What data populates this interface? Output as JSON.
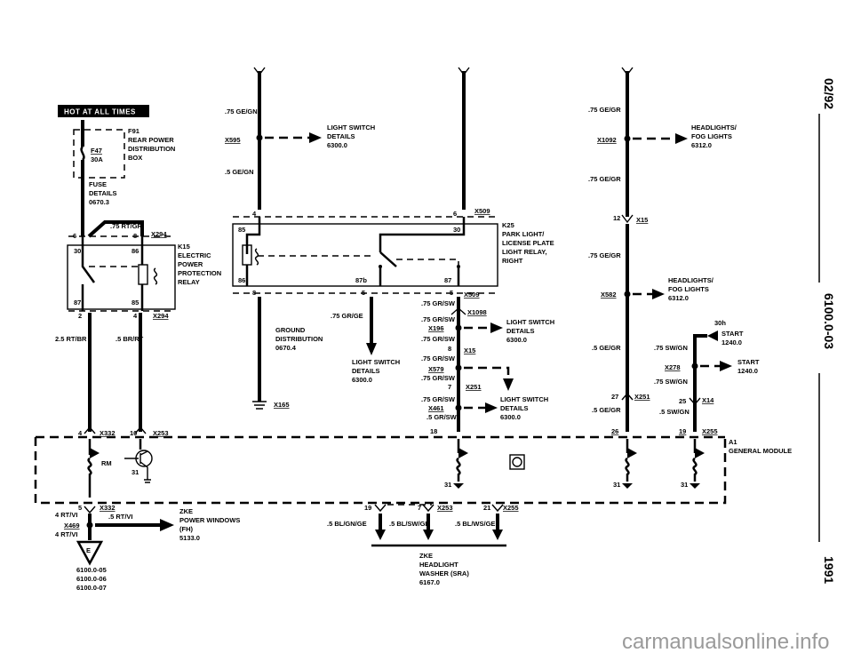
{
  "header_box": "HOT AT ALL TIMES",
  "fuse": {
    "connector": "F91",
    "name_lines": [
      "REAR POWER",
      "DISTRIBUTION",
      "BOX"
    ],
    "fuse_id": "F47",
    "rating": "30A",
    "details_lines": [
      "FUSE",
      "DETAILS",
      "0670.3"
    ]
  },
  "relay_k15": {
    "label_lines": [
      "K15",
      "ELECTRIC",
      "POWER",
      "PROTECTION",
      "RELAY"
    ],
    "wire_in": ".75 RT/GR",
    "pins": {
      "p6": "6",
      "p8": "8",
      "p30": "30",
      "p86": "86",
      "p87": "87",
      "p85": "85",
      "p2": "2",
      "p4": "4"
    },
    "connector_top": "X294",
    "connector_bottom": "X294",
    "wire_left": "2.5 RT/BR",
    "wire_right": ".5 BR/RT"
  },
  "light_switch_top": {
    "wire1": ".75 GE/GN",
    "connector": "X595",
    "label_lines": [
      "LIGHT SWITCH",
      "DETAILS",
      "6300.0"
    ],
    "wire2": ".5 GE/GN"
  },
  "relay_k25": {
    "pin4": "4",
    "pin6": "6",
    "connector": "X509",
    "label_lines": [
      "K25",
      "PARK LIGHT/",
      "LICENSE PLATE",
      "LIGHT RELAY,",
      "RIGHT"
    ],
    "pins": {
      "p85": "85",
      "p30": "30",
      "p86": "86",
      "p87b": "87b",
      "p87": "87"
    },
    "pin8": "8",
    "pin5a": "5",
    "pin5b": "5",
    "connector_bottom": "X509"
  },
  "ground_dist": {
    "label_lines": [
      "GROUND",
      "DISTRIBUTION",
      "0670.4"
    ],
    "connector": "X165"
  },
  "center_wires": {
    "w1": ".75 GR/GE",
    "ls_label_lines": [
      "LIGHT SWITCH",
      "DETAILS",
      "6300.0"
    ],
    "w2": ".75 GR/SW",
    "c1098": "X1098",
    "w3": ".75 GR/SW",
    "c196": "X196",
    "w4": ".75 GR/SW",
    "pin8": "8",
    "c15": "X15",
    "w5": ".75 GR/SW",
    "c579": "X579",
    "w6": ".75 GR/SW",
    "pin7": "7",
    "c251": "X251",
    "w7": ".75 GR/SW",
    "c461": "X461",
    "w8": ".5 GR/SW",
    "pin18": "18",
    "ls_right_lines": [
      "LIGHT SWITCH",
      "DETAILS",
      "6300.0"
    ],
    "ls_right2_lines": [
      "LIGHT SWITCH",
      "DETAILS",
      "6300.0"
    ]
  },
  "right_column": {
    "w1": ".75 GE/GR",
    "c1092": "X1092",
    "head1_lines": [
      "HEADLIGHTS/",
      "FOG LIGHTS",
      "6312.0"
    ],
    "w2": ".75 GE/GR",
    "pin12": "12",
    "c15": "X15",
    "w3": ".75 GE/GR",
    "c582": "X582",
    "head2_lines": [
      "HEADLIGHTS/",
      "FOG LIGHTS",
      "6312.0"
    ],
    "w4": ".5 GE/GR",
    "pin27": "27",
    "c251": "X251",
    "w5": ".5 GE/GR",
    "pin26": "26",
    "start1_lines": [
      "30h",
      "START",
      "1240.0"
    ],
    "w6": ".75 SW/GN",
    "c278": "X278",
    "start2_lines": [
      "START",
      "1240.0"
    ],
    "w7": ".75 SW/GN",
    "pin25": "25",
    "c14": "X14",
    "w8": ".5 SW/GN",
    "pin19": "19",
    "c255": "X255"
  },
  "module_a1": {
    "label": "A1",
    "name": "GENERAL MODULE",
    "rm": "RM",
    "pin4": "4",
    "c332": "X332",
    "pin10": "10",
    "c253": "X253",
    "g31a": "31",
    "g31b": "31",
    "g31c": "31",
    "g31d": "31"
  },
  "bottom_left": {
    "pin5": "5",
    "c332": "X332",
    "w1": "4 RT/VI",
    "c469": "X469",
    "w2": ".5 RT/VI",
    "w3": "4 RT/VI",
    "zke_lines": [
      "ZKE",
      "POWER WINDOWS",
      "(FH)",
      "5133.0"
    ],
    "ground_letter": "E",
    "refs": [
      "6100.0-05",
      "6100.0-06",
      "6100.0-07"
    ]
  },
  "bottom_center": {
    "pin19": "19",
    "pin7": "7",
    "c253": "X253",
    "pin21": "21",
    "c255": "X255",
    "w1": ".5 BL/GN/GE",
    "w2": ".5 BL/SW/GE",
    "w3": ".5 BL/WS/GE",
    "zke_lines": [
      "ZKE",
      "HEADLIGHT",
      "WASHER (SRA)",
      "6167.0"
    ]
  },
  "side": {
    "date": "02/92",
    "page": "6100.0-03",
    "year": "1991"
  },
  "watermark": "carmanualsonline.info"
}
